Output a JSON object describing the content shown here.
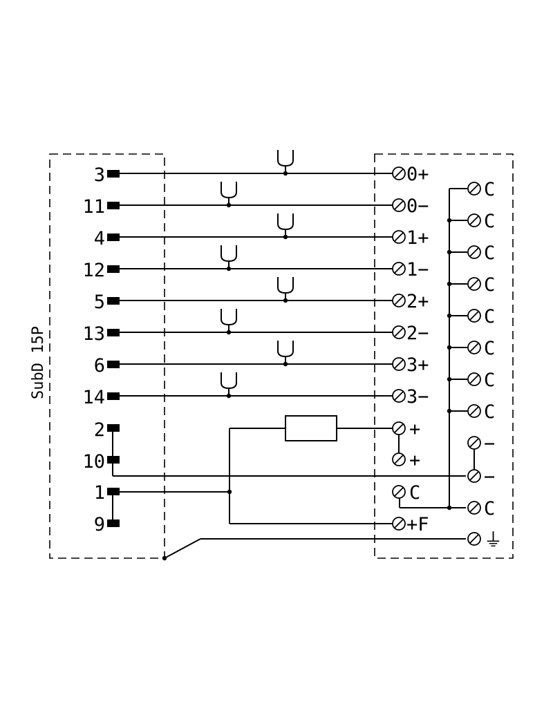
{
  "connector_label": "SubD 15P",
  "pins": [
    "3",
    "11",
    "4",
    "12",
    "5",
    "13",
    "6",
    "14",
    "2",
    "10",
    "1",
    "9"
  ],
  "signal_terminals": [
    "0+",
    "0−",
    "1+",
    "1−",
    "2+",
    "2−",
    "3+",
    "3−"
  ],
  "common_terminals": [
    "C",
    "C",
    "C",
    "C",
    "C",
    "C",
    "C",
    "C"
  ],
  "supply_terminals": [
    "+",
    "+"
  ],
  "right_terminals": [
    "−",
    "−",
    "C"
  ],
  "mid_terminals": [
    "C",
    "+F"
  ],
  "ground_terminal": "⏚"
}
